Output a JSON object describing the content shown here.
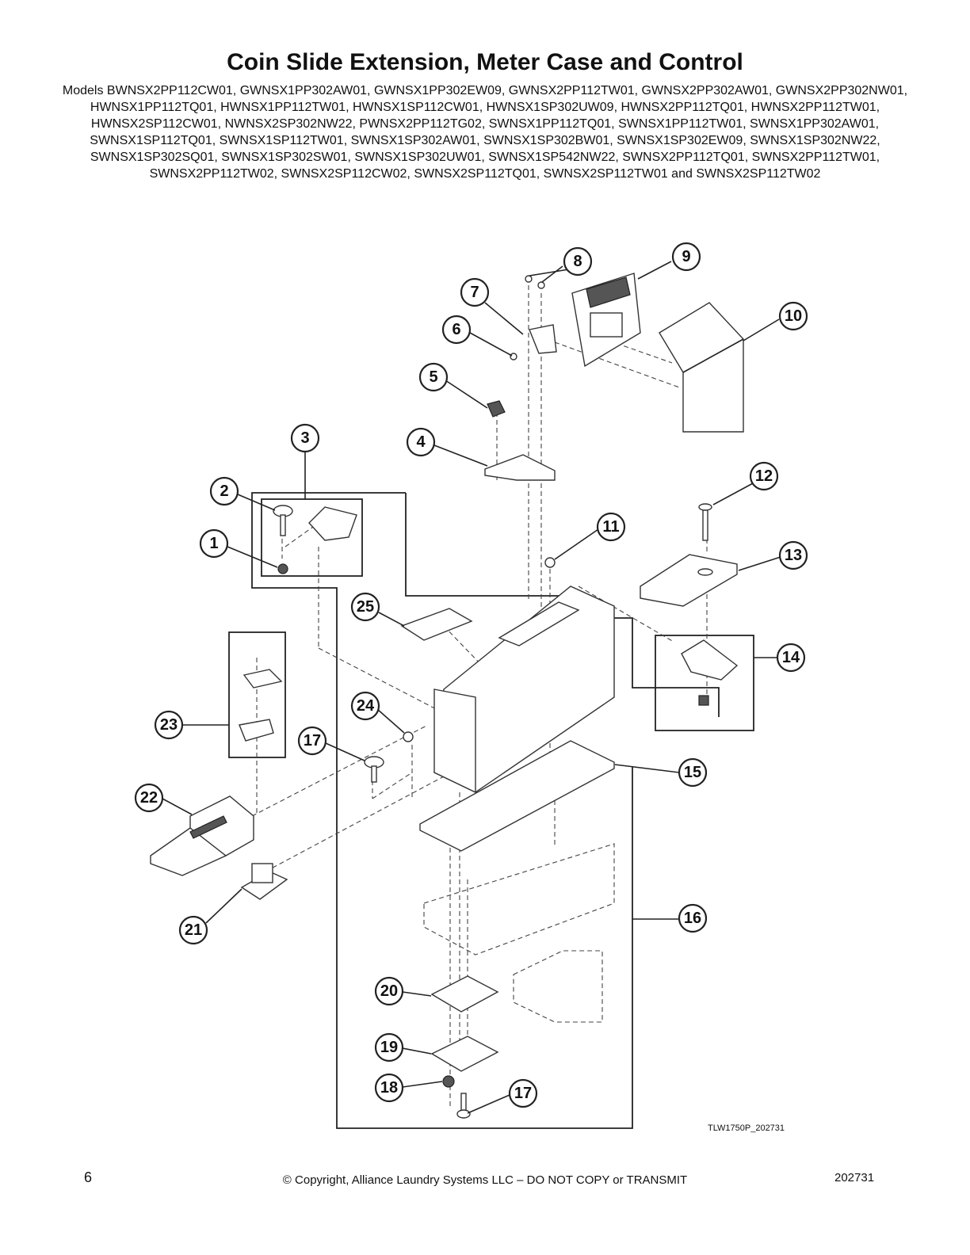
{
  "title": "Coin Slide Extension, Meter Case and Control",
  "models": "Models BWNSX2PP112CW01, GWNSX1PP302AW01, GWNSX1PP302EW09, GWNSX2PP112TW01, GWNSX2PP302AW01, GWNSX2PP302NW01, HWNSX1PP112TQ01, HWNSX1PP112TW01, HWNSX1SP112CW01, HWNSX1SP302UW09, HWNSX2PP112TQ01, HWNSX2PP112TW01, HWNSX2SP112CW01, NWNSX2SP302NW22, PWNSX2PP112TG02, SWNSX1PP112TQ01, SWNSX1PP112TW01, SWNSX1PP302AW01, SWNSX1SP112TQ01, SWNSX1SP112TW01, SWNSX1SP302AW01, SWNSX1SP302BW01, SWNSX1SP302EW09, SWNSX1SP302NW22, SWNSX1SP302SQ01, SWNSX1SP302SW01, SWNSX1SP302UW01, SWNSX1SP542NW22, SWNSX2PP112TQ01, SWNSX2PP112TW01, SWNSX2PP112TW02, SWNSX2SP112CW02, SWNSX2SP112TQ01, SWNSX2SP112TW01 and SWNSX2SP112TW02",
  "callouts": {
    "c1": "1",
    "c2": "2",
    "c3": "3",
    "c4": "4",
    "c5": "5",
    "c6": "6",
    "c7": "7",
    "c8": "8",
    "c9": "9",
    "c10": "10",
    "c11": "11",
    "c12": "12",
    "c13": "13",
    "c14": "14",
    "c15": "15",
    "c16": "16",
    "c17a": "17",
    "c17b": "17",
    "c18": "18",
    "c19": "19",
    "c20": "20",
    "c21": "21",
    "c22": "22",
    "c23": "23",
    "c24": "24",
    "c25": "25"
  },
  "drawing_number": "TLW1750P_202731",
  "footer": {
    "page_number": "6",
    "copyright": "© Copyright, Alliance Laundry Systems LLC – DO NOT COPY or TRANSMIT",
    "doc_number": "202731"
  }
}
